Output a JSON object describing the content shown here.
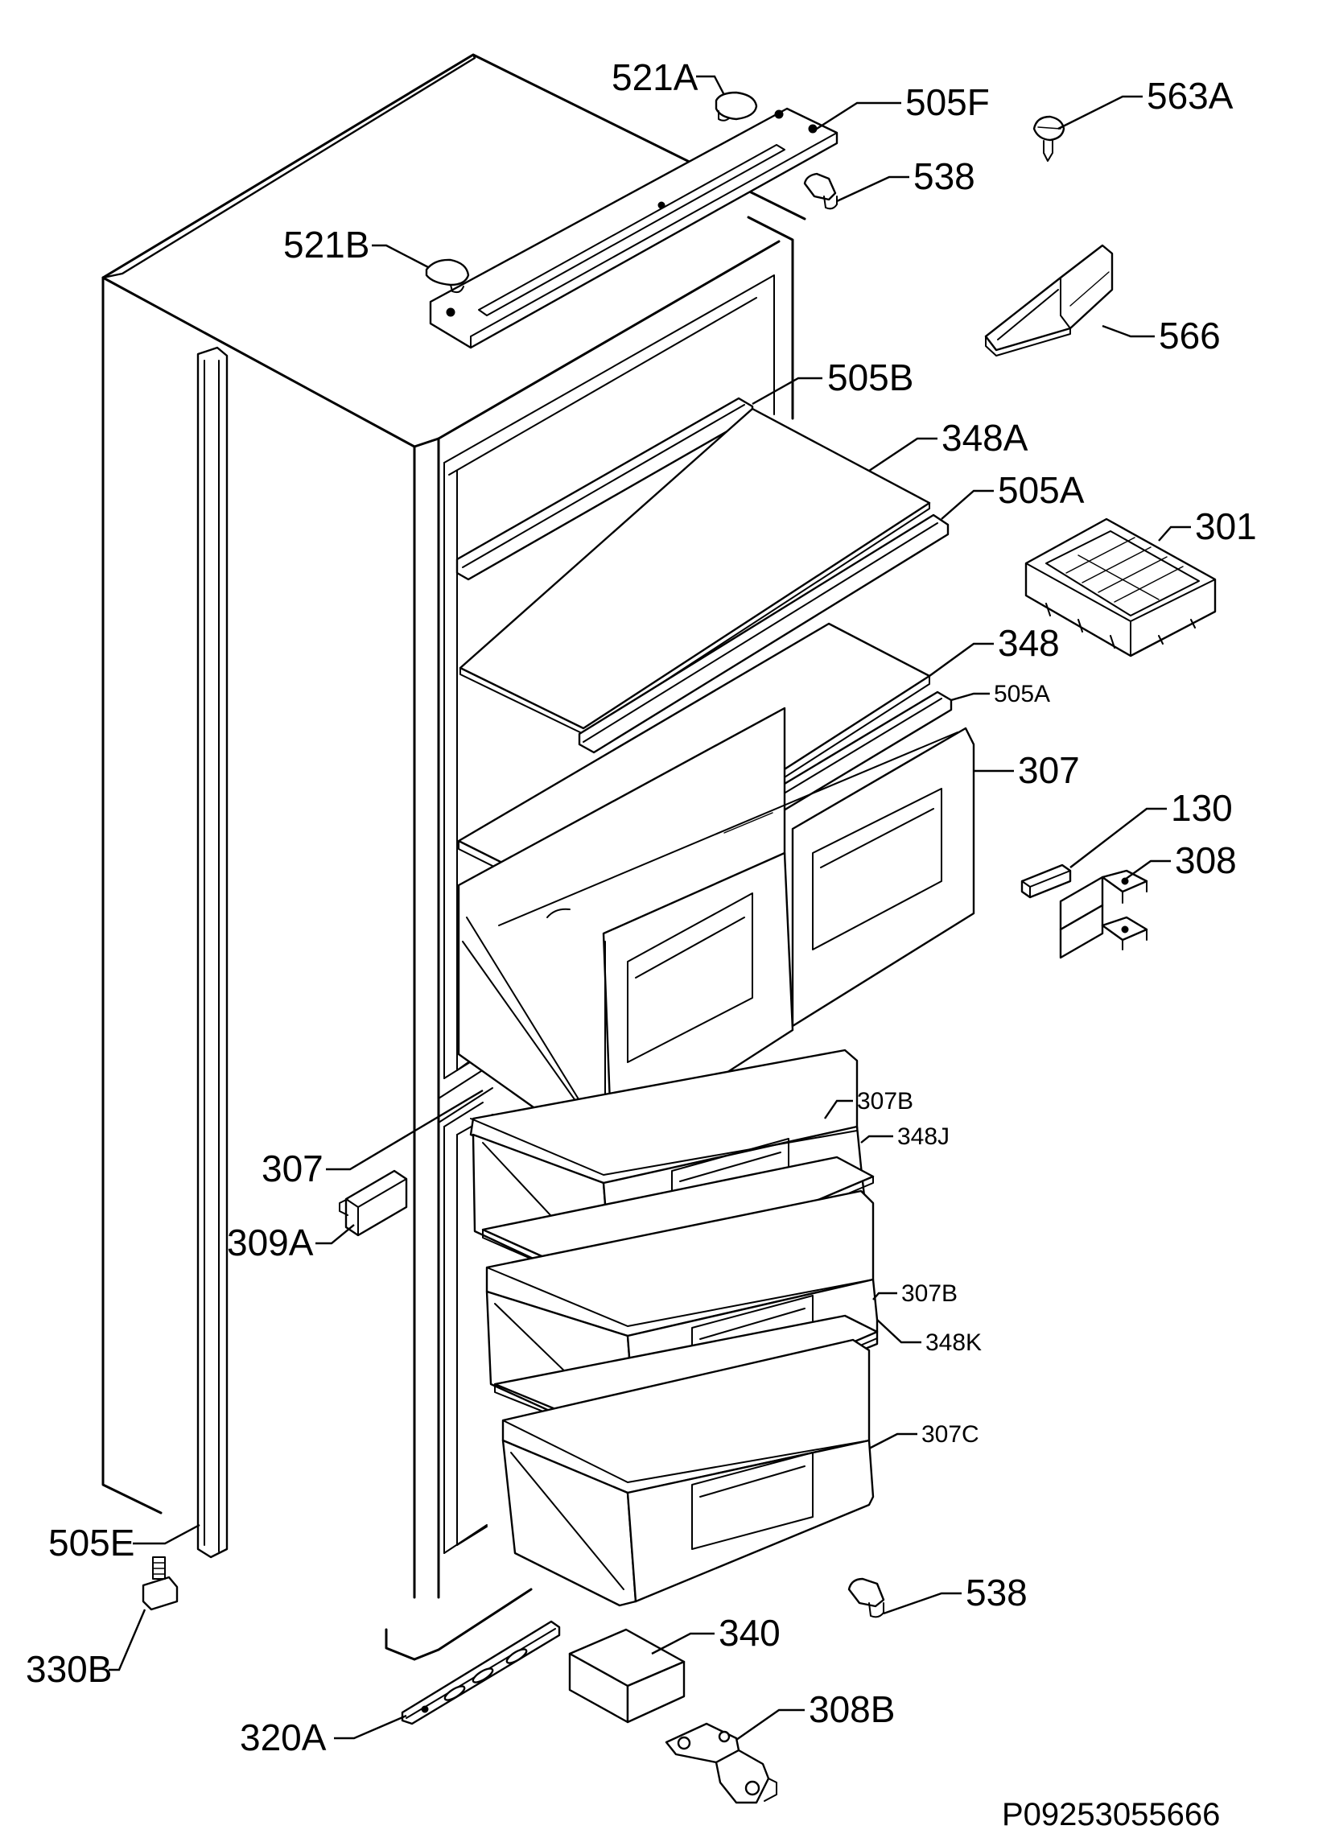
{
  "callouts": [
    {
      "id": "521a",
      "text": "521A"
    },
    {
      "id": "505f",
      "text": "505F"
    },
    {
      "id": "563a",
      "text": "563A"
    },
    {
      "id": "538-top",
      "text": "538"
    },
    {
      "id": "521b",
      "text": "521B"
    },
    {
      "id": "566",
      "text": "566"
    },
    {
      "id": "505b",
      "text": "505B"
    },
    {
      "id": "348a",
      "text": "348A"
    },
    {
      "id": "505a-upper",
      "text": "505A"
    },
    {
      "id": "301",
      "text": "301"
    },
    {
      "id": "348",
      "text": "348"
    },
    {
      "id": "505a-lower",
      "text": "505A"
    },
    {
      "id": "307-right",
      "text": "307"
    },
    {
      "id": "130",
      "text": "130"
    },
    {
      "id": "308",
      "text": "308"
    },
    {
      "id": "307b-upper",
      "text": "307B"
    },
    {
      "id": "348j",
      "text": "348J"
    },
    {
      "id": "307-left",
      "text": "307"
    },
    {
      "id": "309a",
      "text": "309A"
    },
    {
      "id": "307b-lower",
      "text": "307B"
    },
    {
      "id": "348k",
      "text": "348K"
    },
    {
      "id": "307c",
      "text": "307C"
    },
    {
      "id": "505e",
      "text": "505E"
    },
    {
      "id": "330b",
      "text": "330B"
    },
    {
      "id": "538-bottom",
      "text": "538"
    },
    {
      "id": "340",
      "text": "340"
    },
    {
      "id": "308b",
      "text": "308B"
    },
    {
      "id": "320a",
      "text": "320A"
    }
  ],
  "drawing_code": "P09253055666"
}
